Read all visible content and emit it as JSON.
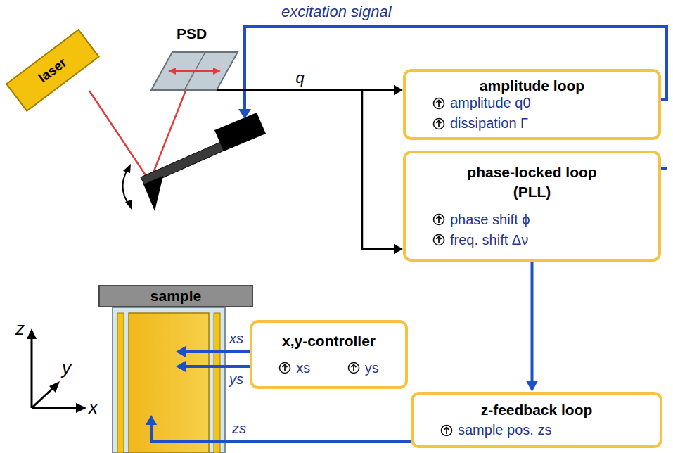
{
  "diagram": {
    "nodes": [
      {
        "text": [
          "laser"
        ]
      },
      {
        "text": [
          "PSD"
        ]
      },
      {
        "text": [
          "amplitude loop",
          "amplitude q0",
          "dissipation Γ"
        ]
      },
      {
        "text": [
          "phase-locked loop (PLL)",
          "phase shift ϕ",
          "freq. shift Δν"
        ]
      },
      {
        "text": [
          "sample"
        ]
      },
      {
        "text": [
          "x,y-controller",
          "xs",
          "ys"
        ]
      },
      {
        "text": [
          "z-feedback loop",
          "sample pos. zs"
        ]
      }
    ],
    "edges": [
      {
        "from": 1,
        "to": 2,
        "arrow": "to",
        "label": "q"
      },
      {
        "from": 1,
        "to": 3,
        "arrow": "to"
      },
      {
        "from": 3,
        "to": 6,
        "arrow": "to"
      }
    ],
    "labels": [
      "excitation signal",
      "xs",
      "ys",
      "zs",
      "z",
      "y",
      "x"
    ]
  }
}
